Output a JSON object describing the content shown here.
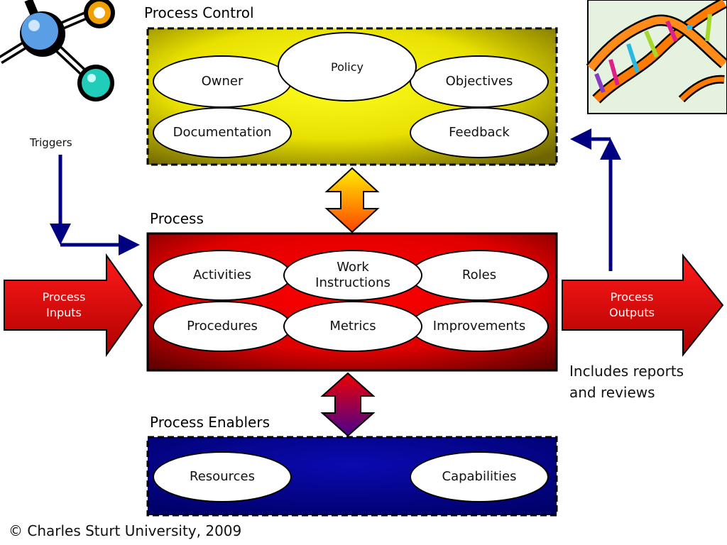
{
  "process_control": {
    "title": "Process Control",
    "items": {
      "owner": "Owner",
      "policy": "Policy",
      "objectives": "Objectives",
      "documentation": "Documentation",
      "feedback": "Feedback"
    }
  },
  "process": {
    "title": "Process",
    "items": {
      "activities": "Activities",
      "work_instructions": "Work\nInstructions",
      "roles": "Roles",
      "procedures": "Procedures",
      "metrics": "Metrics",
      "improvements": "Improvements"
    }
  },
  "process_enablers": {
    "title": "Process Enablers",
    "items": {
      "resources": "Resources",
      "capabilities": "Capabilities"
    }
  },
  "inputs_label": "Process\nInputs",
  "outputs_label": "Process\nOutputs",
  "triggers_label": "Triggers",
  "outputs_note": "Includes reports\nand reviews",
  "copyright": "© Charles Sturt University, 2009",
  "colors": {
    "control_fill": "#f0e000",
    "process_fill": "#ee0000",
    "enablers_fill": "#000099",
    "connector_arrow": "#000080"
  }
}
